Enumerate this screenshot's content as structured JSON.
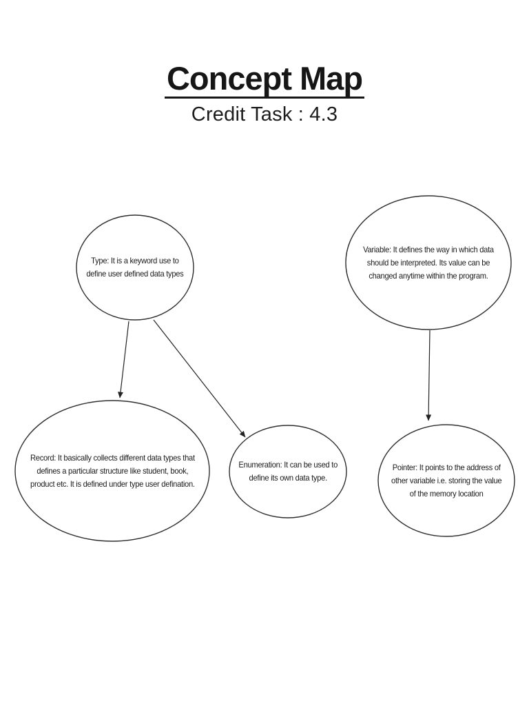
{
  "page": {
    "title": "Concept Map",
    "subtitle": "Credit Task : 4.3"
  },
  "diagram": {
    "type": "concept-map",
    "colors": {
      "background": "#ffffff",
      "ink": "#1a1a1a",
      "shape_stroke": "#2e2e2e"
    },
    "nodes": [
      {
        "id": "type",
        "shape": "ellipse",
        "text": "Type: It is a keyword use to define user defined data types",
        "lines": [
          "Type: It is a keyword use to",
          "define user defined data types"
        ]
      },
      {
        "id": "variable",
        "shape": "ellipse",
        "text": "Variable: It defines the way in which data should be interpreted. Its value can be changed anytime within the program.",
        "lines": [
          "Variable: It defines the way in which data",
          "should be interpreted. Its value can be",
          "changed anytime within the program."
        ]
      },
      {
        "id": "record",
        "shape": "ellipse",
        "text": "Record: It basically collects different data types that defines a particular structure like student, book, product etc. It is defined under type user defination.",
        "lines": [
          "Record: It basically collects different data types that",
          "defines a particular structure like student, book,",
          "product etc. It is defined under type user defination."
        ]
      },
      {
        "id": "enumeration",
        "shape": "ellipse",
        "text": "Enumeration: It can be used to define its own data type.",
        "lines": [
          "Enumeration: It can be used to",
          "define its own data type."
        ]
      },
      {
        "id": "pointer",
        "shape": "ellipse",
        "text": "Pointer: It points to the address of other variable i.e. storing the value of the memory location",
        "lines": [
          "Pointer: It points to the address of",
          "other variable i.e. storing the value",
          "of the memory location"
        ]
      }
    ],
    "edges": [
      {
        "from": "type",
        "to": "record"
      },
      {
        "from": "type",
        "to": "enumeration"
      },
      {
        "from": "variable",
        "to": "pointer"
      }
    ]
  }
}
